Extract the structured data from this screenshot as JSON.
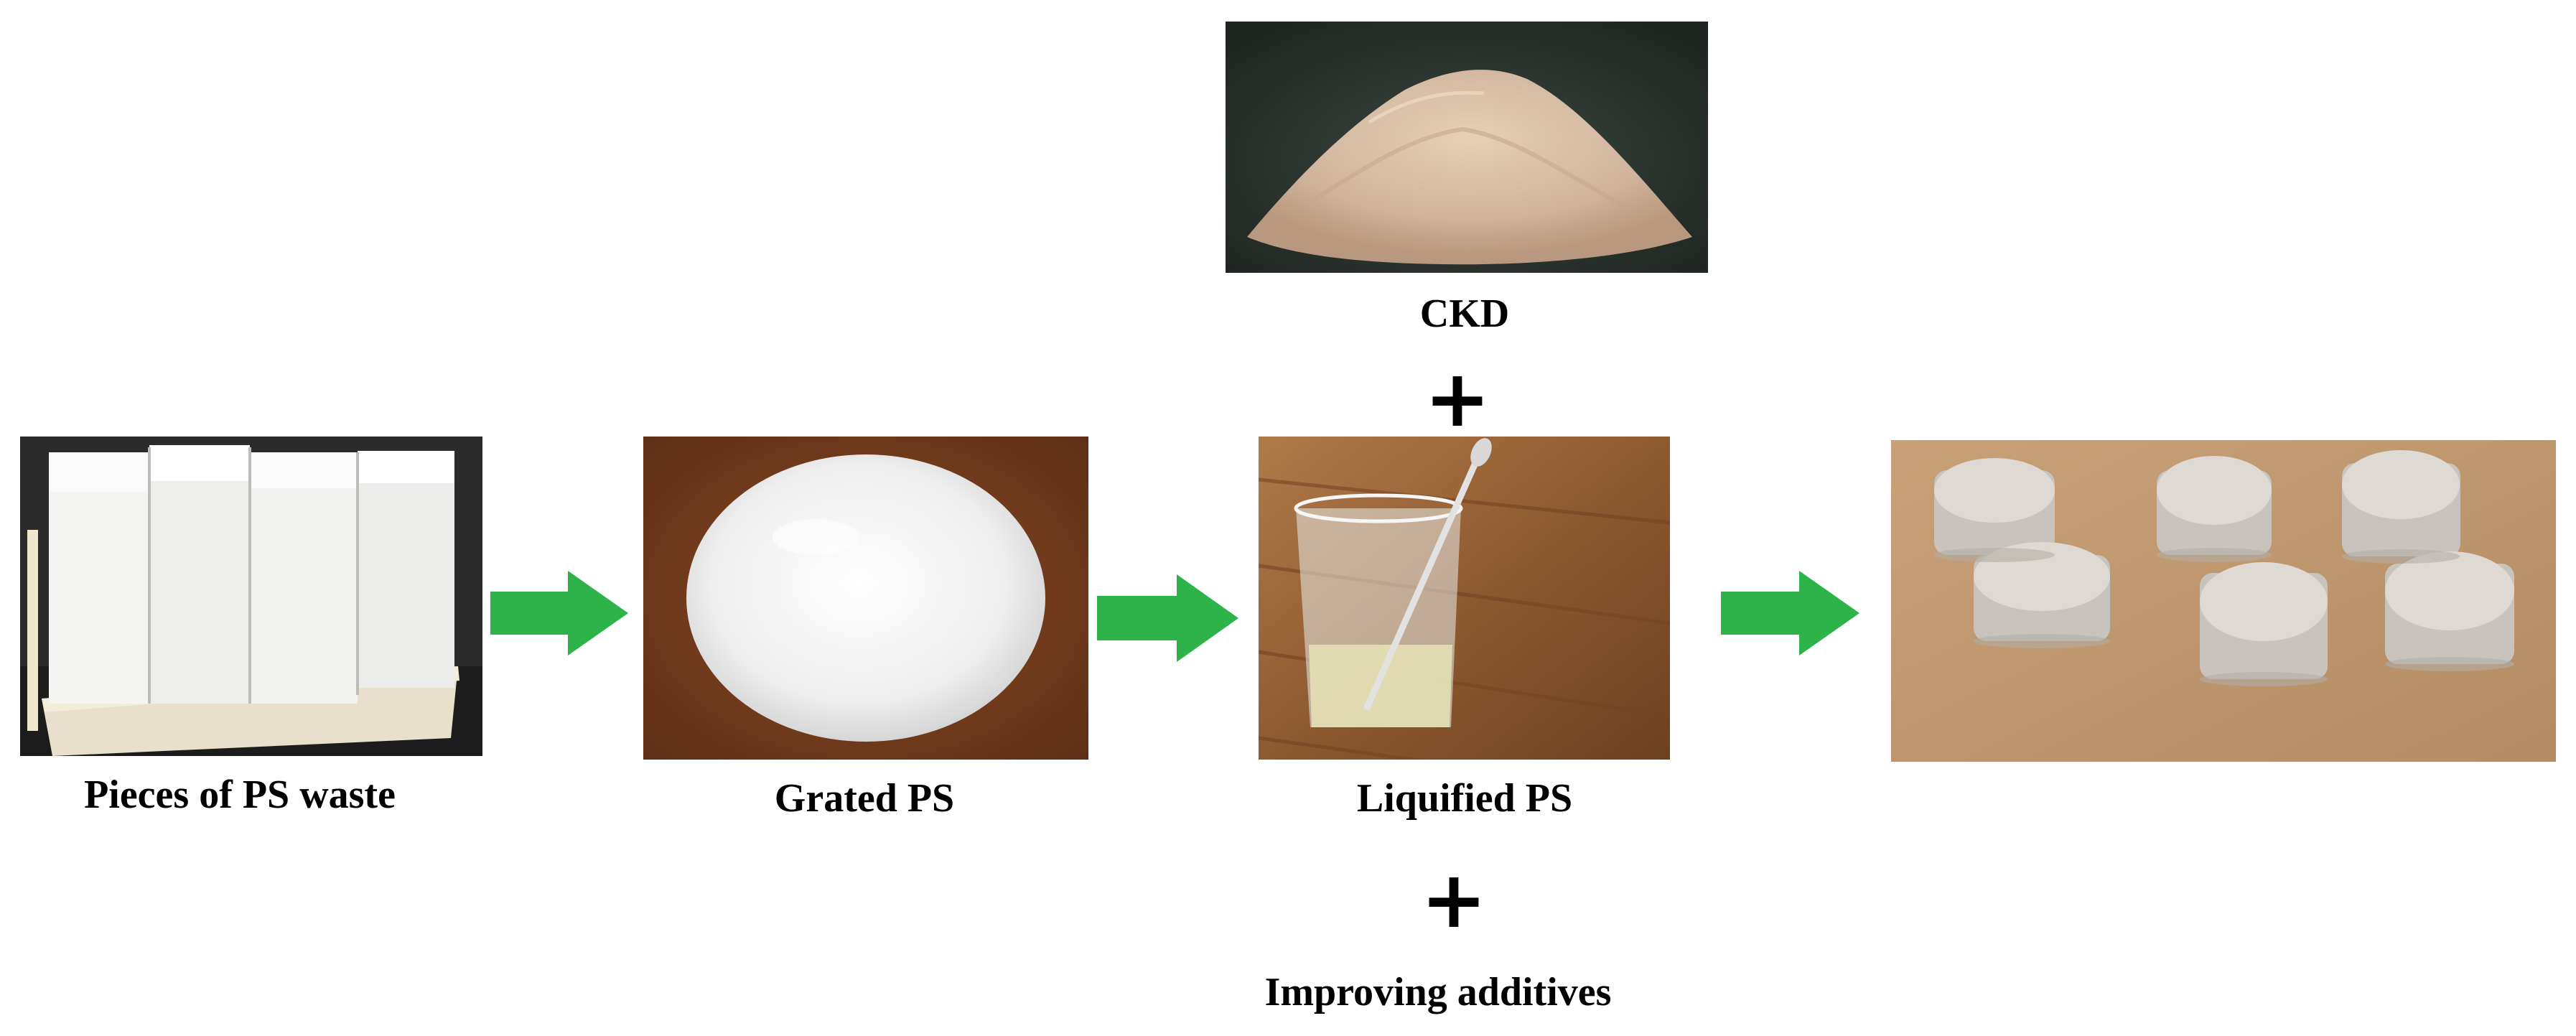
{
  "labels": {
    "ckd": "CKD",
    "plus_symbol": "+",
    "ps_waste": "Pieces of PS waste",
    "grated": "Grated PS",
    "liquified": "Liquified PS",
    "additives": "Improving additives"
  },
  "colors": {
    "arrow": "#2db34a",
    "text": "#000000"
  },
  "icons": [
    "plus-icon",
    "right-arrow-icon"
  ]
}
